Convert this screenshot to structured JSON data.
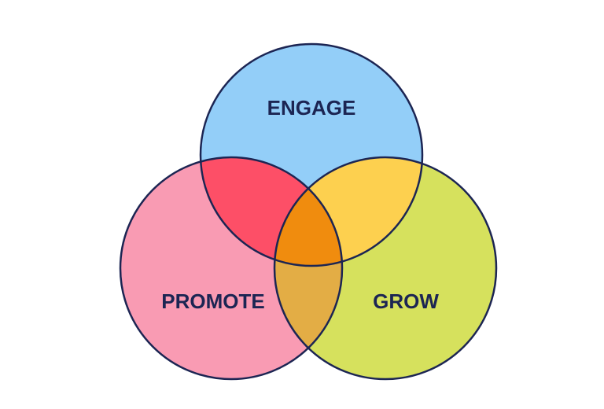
{
  "diagram": {
    "type": "venn",
    "background": "#ffffff",
    "outline_color": "#1c2553",
    "sets": [
      {
        "id": "engage",
        "label": "ENGAGE",
        "color": "#93cef8"
      },
      {
        "id": "promote",
        "label": "PROMOTE",
        "color": "#f99bb3"
      },
      {
        "id": "grow",
        "label": "GROW",
        "color": "#d6e15d"
      }
    ],
    "overlaps": {
      "engage_promote": "#fd4f67",
      "engage_grow": "#fdd04f",
      "promote_grow": "#e3ad45",
      "all_three": "#f08c0e"
    }
  }
}
